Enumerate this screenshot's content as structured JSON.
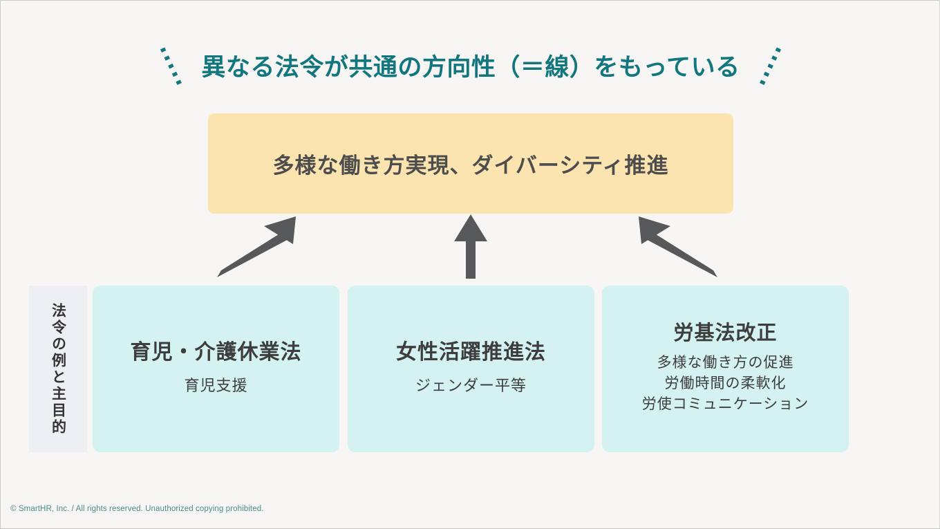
{
  "slide": {
    "title": "異なる法令が共通の方向性（＝線）をもっている",
    "title_color": "#11767d",
    "background_color": "#f7f6f4",
    "decoration_left": "dotted-diagonal-mark",
    "decoration_right": "dotted-diagonal-mark"
  },
  "goal": {
    "label": "多様な働き方実現、ダイバーシティ推進",
    "background_color": "#fbe4af",
    "text_color": "#4d4d4d"
  },
  "arrows": [
    {
      "name": "arrow-up-right",
      "direction": "up-right",
      "color": "#56585a"
    },
    {
      "name": "arrow-up",
      "direction": "up",
      "color": "#56585a"
    },
    {
      "name": "arrow-up-left",
      "direction": "up-left",
      "color": "#56585a"
    }
  ],
  "row_label": {
    "text": "法令の例と主目的",
    "background_color": "#eeeff3",
    "orientation": "vertical"
  },
  "cards": [
    {
      "title": "育児・介護休業法",
      "subs": [
        "育児支援"
      ],
      "background_color": "#d3f2f1"
    },
    {
      "title": "女性活躍推進法",
      "subs": [
        "ジェンダー平等"
      ],
      "background_color": "#d3f2f1"
    },
    {
      "title": "労基法改正",
      "subs": [
        "多様な働き方の促進",
        "労働時間の柔軟化",
        "労使コミュニケーション"
      ],
      "background_color": "#d3f2f1"
    }
  ],
  "footer": {
    "text": "© SmartHR, Inc. / All rights reserved. Unauthorized copying prohibited.",
    "color": "#4a8f87"
  }
}
